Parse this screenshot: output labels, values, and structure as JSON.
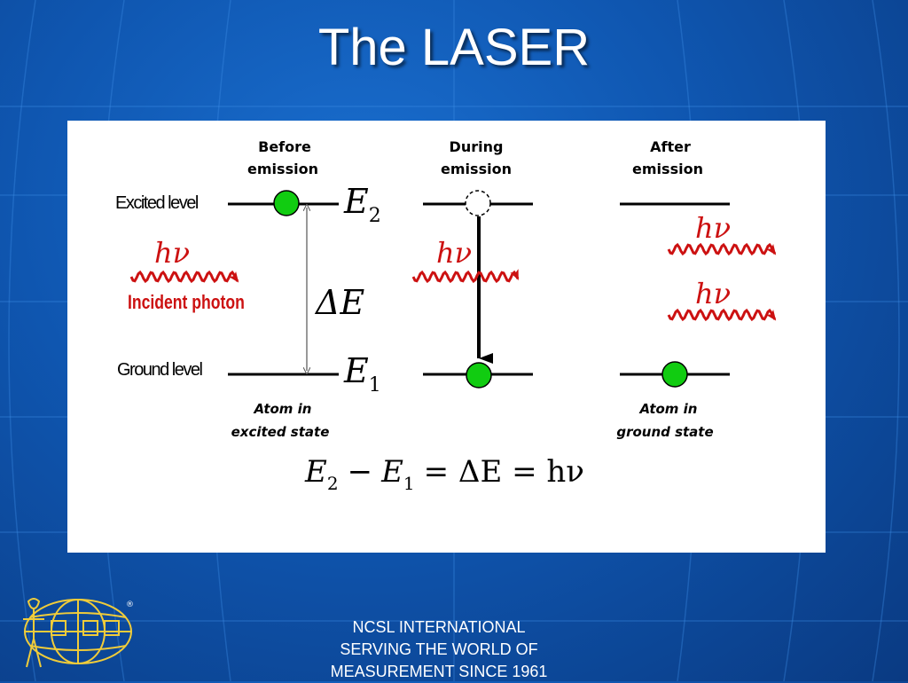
{
  "slide": {
    "title": "The LASER"
  },
  "diagram": {
    "columns": {
      "before": {
        "line1": "Before",
        "line2": "emission"
      },
      "during": {
        "line1": "During",
        "line2": "emission"
      },
      "after": {
        "line1": "After",
        "line2": "emission"
      }
    },
    "levels": {
      "excited": "Excited level",
      "ground": "Ground level"
    },
    "energy": {
      "e2": {
        "base": "E",
        "sub": "2"
      },
      "e1": {
        "base": "E",
        "sub": "1"
      },
      "delta": "ΔE"
    },
    "photon": {
      "label": "hν",
      "incident": "Incident photon"
    },
    "captions": {
      "excited_state": {
        "line1": "Atom in",
        "line2": "excited state"
      },
      "ground_state": {
        "line1": "Atom in",
        "line2": "ground state"
      }
    },
    "equation": {
      "e2_base": "E",
      "e2_sub": "2",
      "minus": "−",
      "e1_base": "E",
      "e1_sub": "1",
      "rhs": "= ΔE = hν"
    },
    "colors": {
      "atom": "#11cc11",
      "photon": "#cc1111",
      "level": "#000000"
    }
  },
  "footer": {
    "line1": "NCSL INTERNATIONAL",
    "line2": "SERVING THE WORLD OF",
    "line3": "MEASUREMENT SINCE 1961"
  },
  "logo": {
    "icon": "ncsl-globe-logo",
    "mark": "®"
  }
}
